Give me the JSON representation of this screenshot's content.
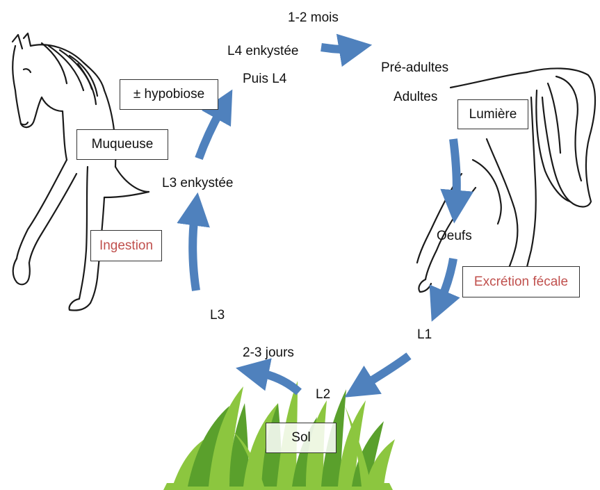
{
  "colors": {
    "arrow": "#4f81bd",
    "grass": "#8cc63f",
    "grass_dark": "#5aa02c",
    "outline": "#1a1a1a",
    "highlight": "#c0504d"
  },
  "labels": {
    "duration_top": "1-2 mois",
    "l4_encysted": "L4 enkystée",
    "then_l4": "Puis L4",
    "pre_adults": "Pré-adultes",
    "adults": "Adultes",
    "eggs": "Oeufs",
    "l1": "L1",
    "duration_bottom": "2-3 jours",
    "l2": "L2",
    "l3": "L3",
    "l3_encysted": "L3 enkystée"
  },
  "boxes": {
    "hypobiosis": "± hypobiose",
    "mucosa": "Muqueuse",
    "ingestion": "Ingestion",
    "light": "Lumière",
    "fecal_excretion": "Excrétion fécale",
    "soil": "Sol"
  }
}
